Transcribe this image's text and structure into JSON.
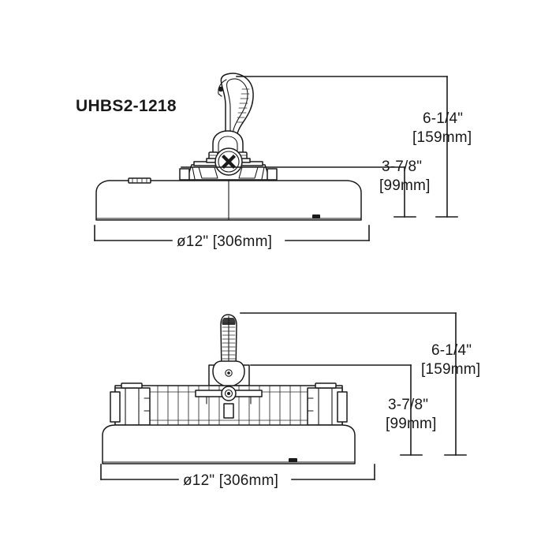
{
  "drawing": {
    "part_label": "UHBS2-1218",
    "views": [
      {
        "view_name": "front-view",
        "dimensions": {
          "overall_height_in": "6-1/4\"",
          "overall_height_mm": "[159mm]",
          "body_height_in": "3-7/8\"",
          "body_height_mm": "[99mm]",
          "diameter": "ø12\" [306mm]"
        }
      },
      {
        "view_name": "side-view",
        "dimensions": {
          "overall_height_in": "6-1/4\"",
          "overall_height_mm": "[159mm]",
          "body_height_in": "3-7/8\"",
          "body_height_mm": "[99mm]",
          "diameter": "ø12\" [306mm]"
        }
      }
    ],
    "icons": {
      "hook": "carabiner-hook-icon",
      "screw": "cross-screw-icon",
      "fins": "heat-sink-fins-icon"
    },
    "colors": {
      "line": "#1a1a1a",
      "background": "#ffffff"
    }
  }
}
